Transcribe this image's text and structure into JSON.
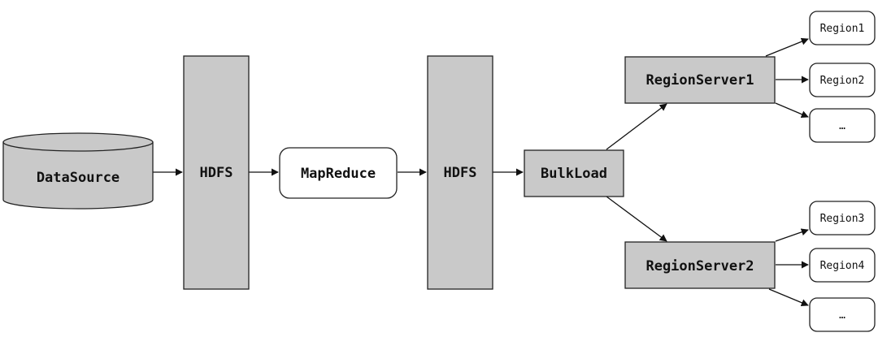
{
  "nodes": {
    "datasource": "DataSource",
    "hdfs_in": "HDFS",
    "mapreduce": "MapReduce",
    "hdfs_out": "HDFS",
    "bulkload": "BulkLoad",
    "regionserver1": "RegionServer1",
    "regionserver2": "RegionServer2",
    "region1": "Region1",
    "region2": "Region2",
    "region_more_1": "…",
    "region3": "Region3",
    "region4": "Region4",
    "region_more_2": "…"
  },
  "colors": {
    "gray_fill": "#c9c9c9",
    "white_fill": "#ffffff",
    "stroke": "#222222"
  },
  "edges": [
    [
      "datasource",
      "hdfs_in"
    ],
    [
      "hdfs_in",
      "mapreduce"
    ],
    [
      "mapreduce",
      "hdfs_out"
    ],
    [
      "hdfs_out",
      "bulkload"
    ],
    [
      "bulkload",
      "regionserver1"
    ],
    [
      "bulkload",
      "regionserver2"
    ],
    [
      "regionserver1",
      "region1"
    ],
    [
      "regionserver1",
      "region2"
    ],
    [
      "regionserver1",
      "region_more_1"
    ],
    [
      "regionserver2",
      "region3"
    ],
    [
      "regionserver2",
      "region4"
    ],
    [
      "regionserver2",
      "region_more_2"
    ]
  ]
}
